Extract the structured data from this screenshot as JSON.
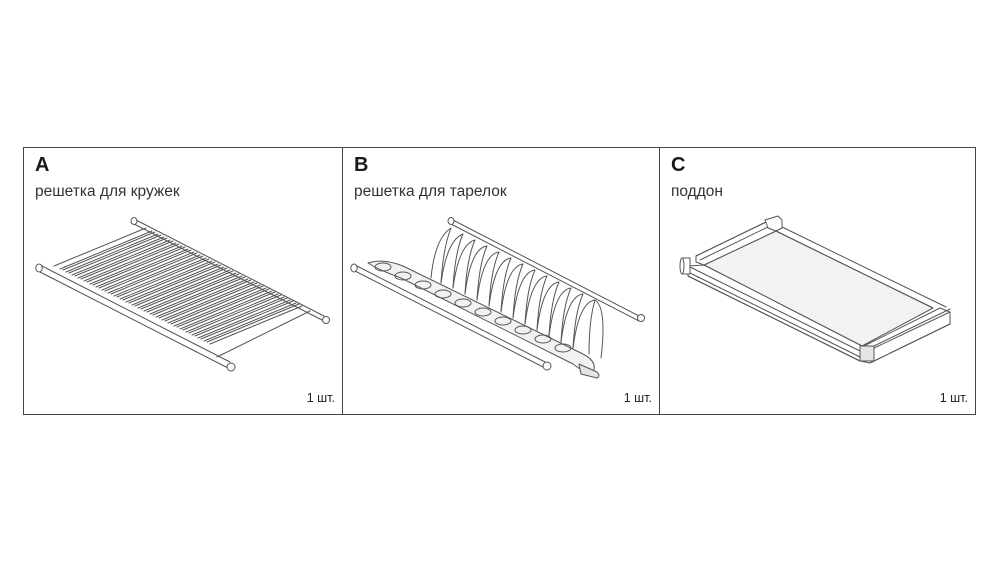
{
  "parts": [
    {
      "letter": "A",
      "name": "решетка для кружек",
      "quantity": "1 шт.",
      "icon": "cup-rack-drawing"
    },
    {
      "letter": "B",
      "name": "решетка для тарелок",
      "quantity": "1 шт.",
      "icon": "plate-rack-drawing"
    },
    {
      "letter": "C",
      "name": "поддон",
      "quantity": "1 шт.",
      "icon": "drip-tray-drawing"
    }
  ]
}
